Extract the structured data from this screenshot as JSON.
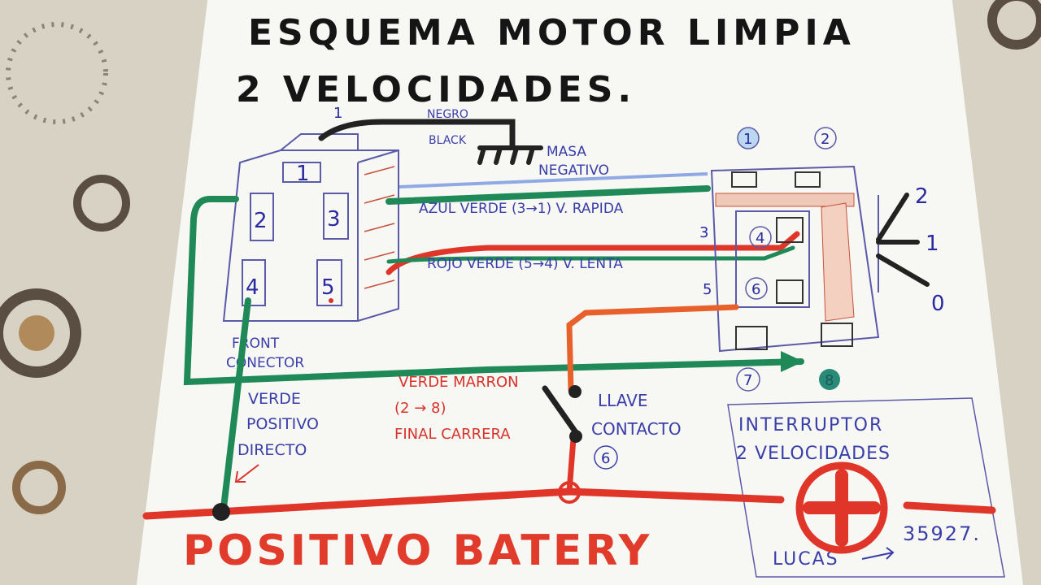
{
  "title": {
    "line1": "ESQUEMA MOTOR LIMPIA",
    "line2": "2 VELOCIDADES."
  },
  "connector": {
    "pins": [
      "1",
      "2",
      "3",
      "4",
      "5"
    ],
    "label_line1": "FRONT",
    "label_line2": "CONECTOR"
  },
  "ground": {
    "wire_number": "1",
    "color_es": "NEGRO",
    "color_en": "BLACK",
    "label_line1": "MASA",
    "label_line2": "NEGATIVO"
  },
  "wires": {
    "fast": "AZUL VERDE (3→1) V. RAPIDA",
    "slow": "ROJO VERDE (5→4) V. LENTA",
    "limit_line1": "VERDE MARRON",
    "limit_line2": "(2 → 8)",
    "limit_line3": "FINAL CARRERA",
    "direct_line1": "VERDE",
    "direct_line2": "POSITIVO",
    "direct_line3": "DIRECTO"
  },
  "switch": {
    "top_numbers": [
      "1",
      "2"
    ],
    "side_numbers": [
      "3",
      "5"
    ],
    "inner_numbers": [
      "4",
      "6"
    ],
    "bottom_numbers": [
      "7",
      "8"
    ],
    "positions": [
      "2",
      "1",
      "0"
    ],
    "label_line1": "INTERRUPTOR",
    "label_line2": "2 VELOCIDADES",
    "brand": "LUCAS",
    "part_number": "35927."
  },
  "key": {
    "label_line1": "LLAVE",
    "label_line2": "CONTACTO",
    "number": "6"
  },
  "battery": {
    "label": "POSITIVO BATERY",
    "symbol": "+"
  },
  "colors": {
    "green": "#1f8a58",
    "red": "#e0362a",
    "blue": "#3a3ea8",
    "black": "#222222",
    "orange": "#e8602a"
  }
}
